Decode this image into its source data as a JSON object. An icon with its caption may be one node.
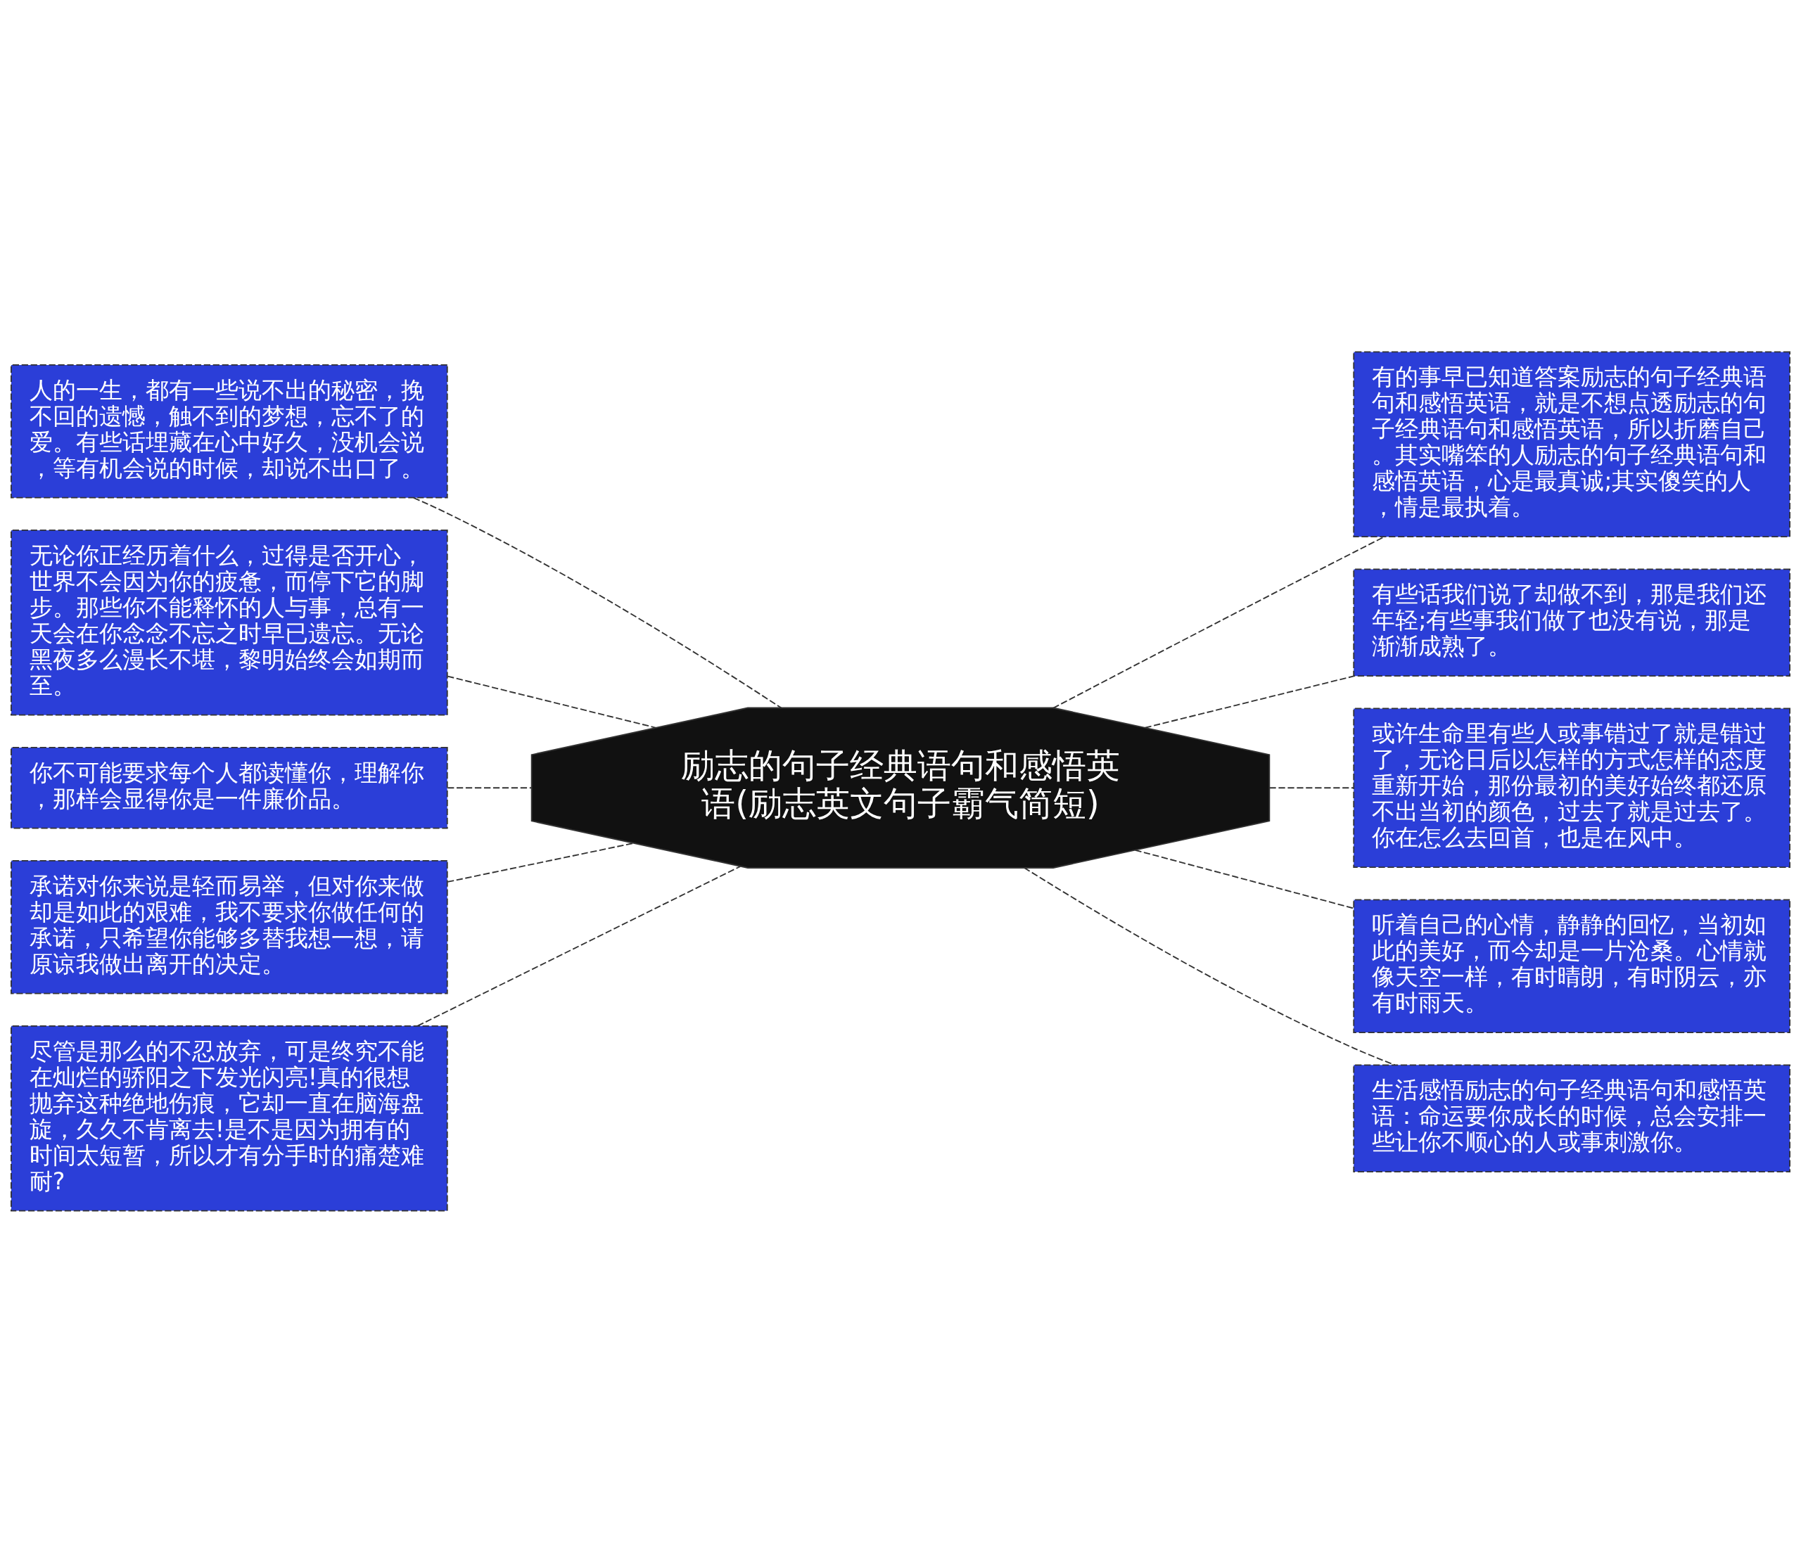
{
  "diagram": {
    "nodes": [
      {
        "text": [
          "励志的句子经典语句和感悟英语(励志英文句子霸气简短)"
        ]
      },
      {
        "text": [
          "人的一生，都有一些说不出的秘密，挽不回的遗憾，触不到的梦想，忘不了的爱。有些话埋藏在心中好久，没机会说，等有机会说的时候，却说不出口了。"
        ]
      },
      {
        "text": [
          "无论你正经历着什么，过得是否开心，世界不会因为你的疲惫，而停下它的脚步。那些你不能释怀的人与事，总有一天会在你念念不忘之时早已遗忘。无论黑夜多么漫长不堪，黎明始终会如期而至。"
        ]
      },
      {
        "text": [
          "你不可能要求每个人都读懂你，理解你，那样会显得你是一件廉价品。"
        ]
      },
      {
        "text": [
          "承诺对你来说是轻而易举，但对你来做却是如此的艰难，我不要求你做任何的承诺，只希望你能够多替我想一想，请原谅我做出离开的决定。"
        ]
      },
      {
        "text": [
          "尽管是那么的不忍放弃，可是终究不能在灿烂的骄阳之下发光闪亮!真的很想抛弃这种绝地伤痕，它却一直在脑海盘旋，久久不肯离去!是不是因为拥有的时间太短暂，所以才有分手时的痛楚难耐?"
        ]
      },
      {
        "text": [
          "有的事早已知道答案励志的句子经典语句和感悟英语，就是不想点透励志的句子经典语句和感悟英语，所以折磨自己。其实嘴笨的人励志的句子经典语句和感悟英语，心是最真诚;其实傻笑的人，情是最执着。"
        ]
      },
      {
        "text": [
          "有些话我们说了却做不到，那是我们还年轻;有些事我们做了也没有说，那是渐渐成熟了。"
        ]
      },
      {
        "text": [
          "或许生命里有些人或事错过了就是错过了，无论日后以怎样的方式怎样的态度重新开始，那份最初的美好始终都还原不出当初的颜色，过去了就是过去了。你在怎么去回首，也是在风中。"
        ]
      },
      {
        "text": [
          "听着自己的心情，静静的回忆，当初如此的美好，而今却是一片沧桑。心情就像天空一样，有时晴朗，有时阴云，亦有时雨天。"
        ]
      },
      {
        "text": [
          "生活感悟励志的句子经典语句和感悟英语：命运要你成长的时候，总会安排一些让你不顺心的人或事刺激你。"
        ]
      }
    ],
    "edges": [
      {
        "from": 1,
        "to": 0,
        "arrow": "none",
        "style": "dashed"
      },
      {
        "from": 2,
        "to": 0,
        "arrow": "none",
        "style": "dashed"
      },
      {
        "from": 3,
        "to": 0,
        "arrow": "none",
        "style": "dashed"
      },
      {
        "from": 4,
        "to": 0,
        "arrow": "none",
        "style": "dashed"
      },
      {
        "from": 5,
        "to": 0,
        "arrow": "none",
        "style": "dashed"
      },
      {
        "from": 0,
        "to": 6,
        "arrow": "none",
        "style": "dashed"
      },
      {
        "from": 0,
        "to": 7,
        "arrow": "none",
        "style": "dashed"
      },
      {
        "from": 0,
        "to": 8,
        "arrow": "none",
        "style": "dashed"
      },
      {
        "from": 0,
        "to": 9,
        "arrow": "none",
        "style": "dashed"
      },
      {
        "from": 0,
        "to": 10,
        "arrow": "none",
        "style": "dashed"
      }
    ]
  }
}
